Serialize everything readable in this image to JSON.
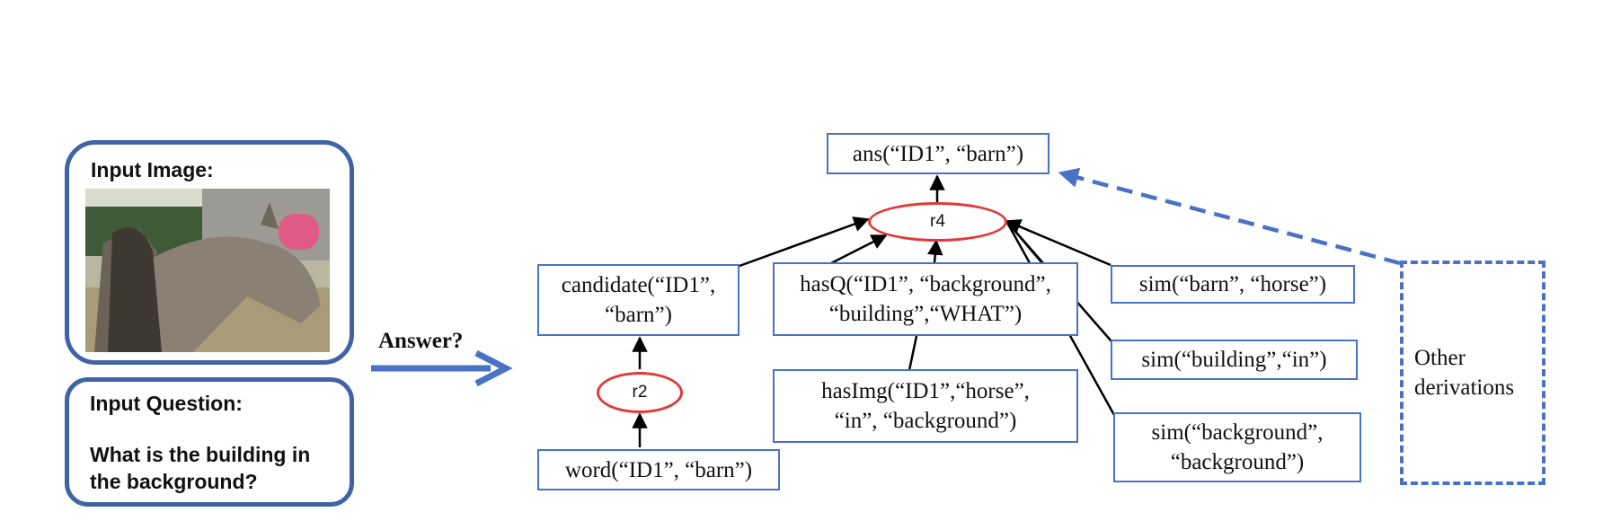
{
  "input_image": {
    "title": "Input Image:"
  },
  "input_question": {
    "title": "Input Question:",
    "text": "What is the building in\nthe background?"
  },
  "answer_label": "Answer?",
  "nodes": {
    "ans": "ans(“ID1”, “barn”)",
    "candidate": "candidate(“ID1”,\n“barn”)",
    "word": "word(“ID1”, “barn”)",
    "hasQ": "hasQ(“ID1”, “background”,\n“building”,“WHAT”)",
    "hasImg": "hasImg(“ID1”,“horse”,\n“in”, “background”)",
    "sim1": "sim(“barn”, “horse”)",
    "sim2": "sim(“building”,“in”)",
    "sim3": "sim(“background”,\n“background”)",
    "other": "Other\nderivations"
  },
  "rules": {
    "r4": "r4",
    "r2": "r2"
  },
  "colors": {
    "panel_border": "#3f64a6",
    "node_border": "#4a72c4",
    "rule_border": "#e03a3a",
    "arrow": "#4a72c4"
  }
}
